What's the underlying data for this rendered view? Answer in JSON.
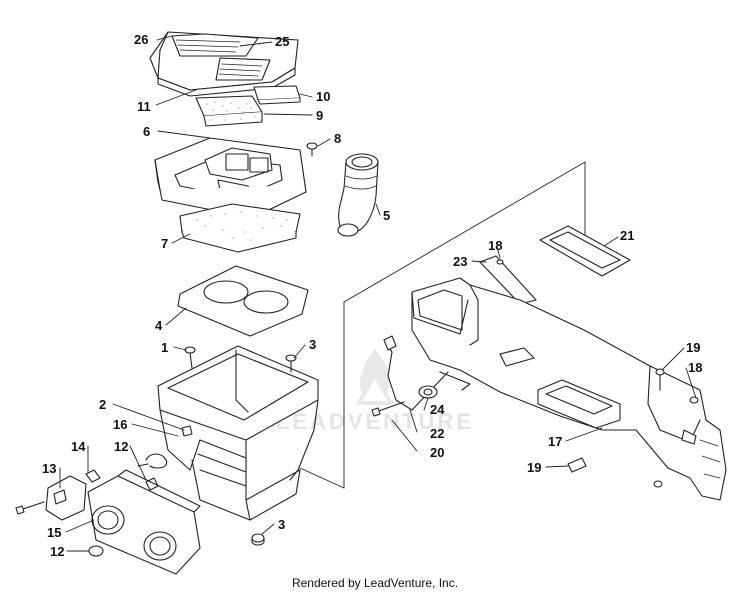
{
  "watermark": "LEADVENTURE",
  "caption": "Rendered by LeadVenture, Inc.",
  "callouts": {
    "c26": "26",
    "c25": "25",
    "c11": "11",
    "c10": "10",
    "c9": "9",
    "c6": "6",
    "c8": "8",
    "c5": "5",
    "c7": "7",
    "c4": "4",
    "c1": "1",
    "c3a": "3",
    "c3b": "3",
    "c2": "2",
    "c16": "16",
    "c14": "14",
    "c12a": "12",
    "c12b": "12",
    "c13": "13",
    "c15": "15",
    "c18a": "18",
    "c18b": "18",
    "c21": "21",
    "c23": "23",
    "c19a": "19",
    "c19b": "19",
    "c24": "24",
    "c22": "22",
    "c20": "20",
    "c17": "17"
  }
}
